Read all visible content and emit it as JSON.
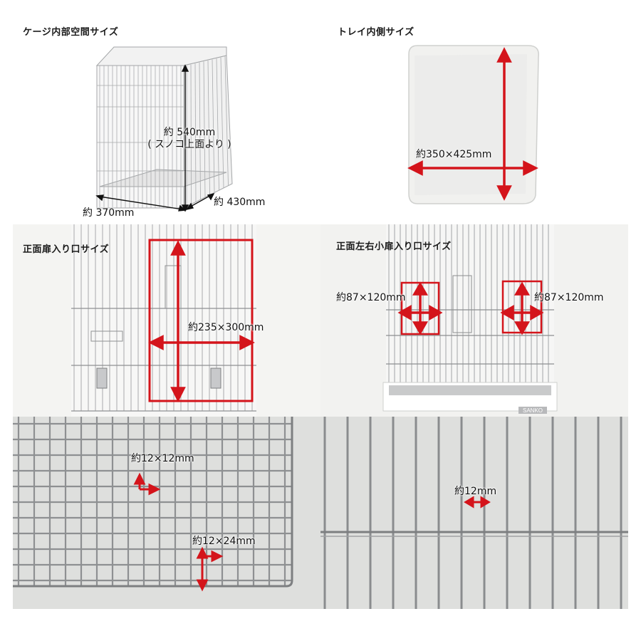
{
  "panels": {
    "cage_interior": {
      "title": "ケージ内部空間サイズ",
      "height_label": "約 540mm",
      "height_note": "( スノコ上面より )",
      "width_label": "約 370mm",
      "depth_label": "約 430mm"
    },
    "tray_inner": {
      "title": "トレイ内側サイズ",
      "size_label": "約350×425mm"
    },
    "front_door": {
      "title": "正面扉入り口サイズ",
      "size_label": "約235×300mm"
    },
    "side_small_doors": {
      "title": "正面左右小扉入り口サイズ",
      "left_label": "約87×120mm",
      "right_label": "約87×120mm",
      "brand": "SANKO"
    },
    "floor_mesh": {
      "label_small": "約12×12mm",
      "label_large": "約12×24mm"
    },
    "wire_spacing": {
      "label": "約12mm"
    }
  },
  "colors": {
    "accent": "#d4141b",
    "wire": "#9a9c9e",
    "wire_dark": "#6f7173"
  }
}
